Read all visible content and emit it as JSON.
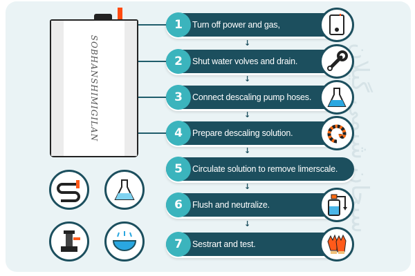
{
  "boiler": {
    "brand": "SOBHANSHIMIGILAN"
  },
  "watermark": "سبحان شیمی گیلان",
  "steps": [
    {
      "number": "1",
      "text": "Turn off power and gas,",
      "icon": "water-heater-icon"
    },
    {
      "number": "2",
      "text": "Shut water volves and drain.",
      "icon": "wrench-icon"
    },
    {
      "number": "3",
      "text": "Connect descaling pump hoses.",
      "icon": "flask-icon"
    },
    {
      "number": "4",
      "text": "Prepare descaling solution.",
      "icon": "hose-icon"
    },
    {
      "number": "5",
      "text": "Circulate solution to remove limerscale."
    },
    {
      "number": "6",
      "text": "Flush and neutralize.",
      "icon": "pump-sprayer-icon"
    },
    {
      "number": "7",
      "text": "Sestrart and test.",
      "icon": "gloves-icon"
    }
  ],
  "colors": {
    "bar": "#1c4f5e",
    "badge": "#3bb4bd",
    "accent": "#ff4a10",
    "background": "#eaf3f5"
  }
}
